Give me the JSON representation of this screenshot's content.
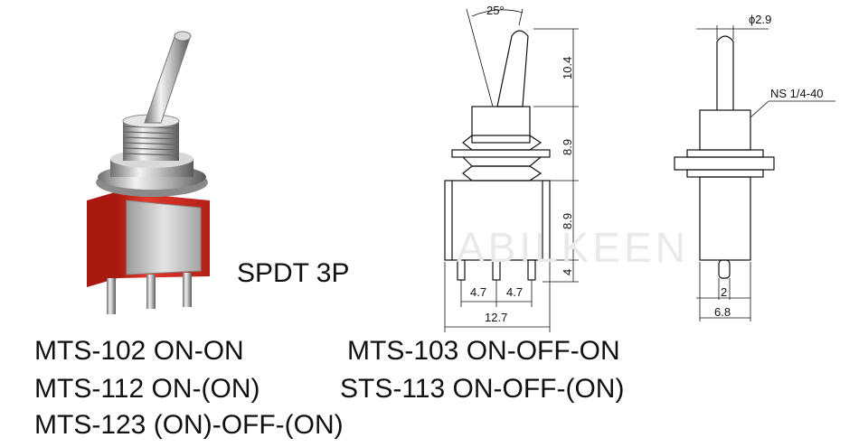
{
  "product": {
    "config_label": "SPDT  3P",
    "watermark": "ABILKEEN"
  },
  "models": [
    {
      "code": "MTS-102",
      "function": "ON-ON"
    },
    {
      "code": "MTS-103",
      "function": "ON-OFF-ON"
    },
    {
      "code": "MTS-112",
      "function": "ON-(ON)"
    },
    {
      "code": "STS-113",
      "function": "ON-OFF-(ON)"
    },
    {
      "code": "MTS-123",
      "function": "(ON)-OFF-(ON)"
    }
  ],
  "front_view": {
    "angle": "25°",
    "lever_length": "10.4",
    "bushing_height": "8.9",
    "body_height": "8.9",
    "terminal_length": "4",
    "pin_pitch_left": "4.7",
    "pin_pitch_right": "4.7",
    "body_width": "12.7"
  },
  "side_view": {
    "lever_diameter": "ϕ2.9",
    "thread": "NS 1/4-40",
    "terminal_width": "2",
    "body_depth": "6.8"
  },
  "colors": {
    "housing_red": "#d62a1e",
    "metal": "#b8b8b8",
    "line": "#111111"
  }
}
